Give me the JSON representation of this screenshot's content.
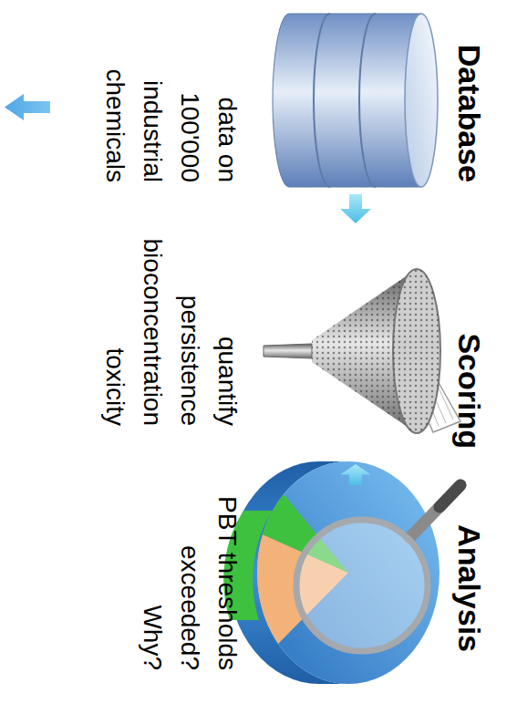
{
  "diagram": {
    "nodes": [
      {
        "text": [
          "Database",
          "data on 100'000 industrial chemicals"
        ]
      },
      {
        "text": [
          "Scoring",
          "quantify persistence bioconcentration toxicity"
        ]
      },
      {
        "text": [
          "Analysis",
          "PBT thresholds exceeded? Why?"
        ]
      }
    ],
    "edges": [
      {
        "from": 0,
        "to": 1,
        "arrow": "to"
      },
      {
        "from": 1,
        "to": 2,
        "arrow": "to"
      }
    ]
  }
}
